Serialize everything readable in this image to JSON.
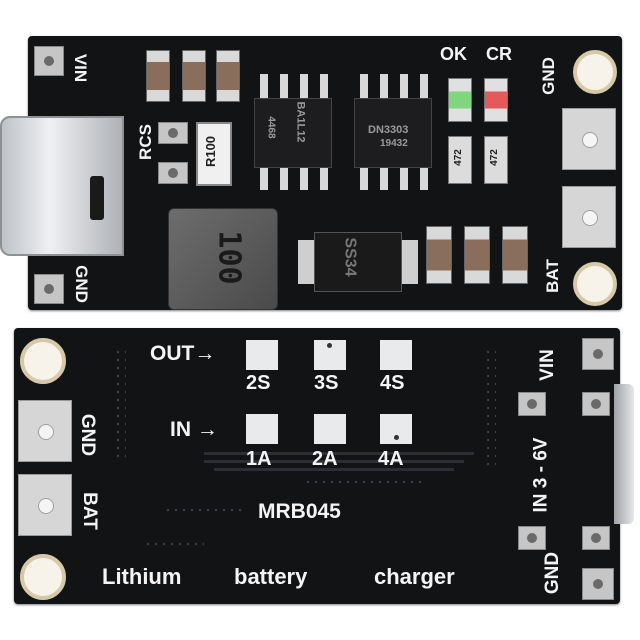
{
  "top_board": {
    "labels": {
      "vin": "VIN",
      "gnd_left": "GND",
      "rcs": "RCS",
      "ok": "OK",
      "cr": "CR",
      "gnd_right": "GND",
      "bat": "BAT",
      "resistor": "R100",
      "chip_left": "BA1L12",
      "chip_left_sub": "4468",
      "chip_right": "DN3303",
      "chip_right_sub": "19432",
      "inductor": "100",
      "diode": "SS34",
      "res_small_1": "472",
      "res_small_2": "472"
    }
  },
  "bottom_board": {
    "labels": {
      "out": "OUT",
      "in": "IN",
      "opt_2s": "2S",
      "opt_3s": "3S",
      "opt_4s": "4S",
      "opt_1a": "1A",
      "opt_2a": "2A",
      "opt_4a": "4A",
      "model": "MRB045",
      "title_1": "Lithium",
      "title_2": "battery",
      "title_3": "charger",
      "gnd_left": "GND",
      "bat_left": "BAT",
      "vin_right": "VIN",
      "in_range": "IN  3 - 6V",
      "gnd_right": "GND"
    }
  },
  "colors": {
    "pcb": "#121315",
    "silk": "#f4f4f4",
    "pad": "#d6d6d6",
    "background": "#ffffff"
  }
}
